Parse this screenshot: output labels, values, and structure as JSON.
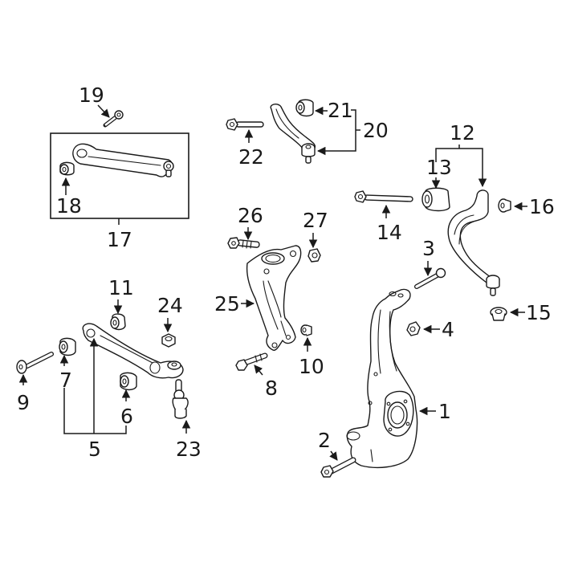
{
  "diagram": {
    "type": "exploded-parts-view",
    "subject": "front suspension components",
    "callouts": [
      {
        "id": "1",
        "label": "1",
        "part": "steering-knuckle"
      },
      {
        "id": "2",
        "label": "2",
        "part": "knuckle-lower-bolt"
      },
      {
        "id": "3",
        "label": "3",
        "part": "knuckle-upper-bolt"
      },
      {
        "id": "4",
        "label": "4",
        "part": "knuckle-nut"
      },
      {
        "id": "5",
        "label": "5",
        "part": "lower-control-arm"
      },
      {
        "id": "6",
        "label": "6",
        "part": "lower-arm-rear-bushing"
      },
      {
        "id": "7",
        "label": "7",
        "part": "lower-arm-front-bushing"
      },
      {
        "id": "8",
        "label": "8",
        "part": "bracket-bolt"
      },
      {
        "id": "9",
        "label": "9",
        "part": "lower-arm-bolt"
      },
      {
        "id": "10",
        "label": "10",
        "part": "bracket-nut"
      },
      {
        "id": "11",
        "label": "11",
        "part": "lower-arm-bushing"
      },
      {
        "id": "12",
        "label": "12",
        "part": "upper-control-arm"
      },
      {
        "id": "13",
        "label": "13",
        "part": "upper-arm-bushing"
      },
      {
        "id": "14",
        "label": "14",
        "part": "upper-arm-bolt"
      },
      {
        "id": "15",
        "label": "15",
        "part": "ball-joint-nut"
      },
      {
        "id": "16",
        "label": "16",
        "part": "upper-arm-nut"
      },
      {
        "id": "17",
        "label": "17",
        "part": "rear-lower-arm-assembly"
      },
      {
        "id": "18",
        "label": "18",
        "part": "rear-arm-bushing"
      },
      {
        "id": "19",
        "label": "19",
        "part": "rear-arm-bolt"
      },
      {
        "id": "20",
        "label": "20",
        "part": "front-upper-arm-assembly"
      },
      {
        "id": "21",
        "label": "21",
        "part": "front-upper-arm-bushing"
      },
      {
        "id": "22",
        "label": "22",
        "part": "front-upper-arm-bolt"
      },
      {
        "id": "23",
        "label": "23",
        "part": "ball-joint"
      },
      {
        "id": "24",
        "label": "24",
        "part": "ball-joint-nut"
      },
      {
        "id": "25",
        "label": "25",
        "part": "mounting-bracket"
      },
      {
        "id": "26",
        "label": "26",
        "part": "bracket-upper-bolt"
      },
      {
        "id": "27",
        "label": "27",
        "part": "bracket-upper-nut"
      }
    ],
    "colors": {
      "ink": "#1a1a1a",
      "background": "#ffffff"
    }
  }
}
